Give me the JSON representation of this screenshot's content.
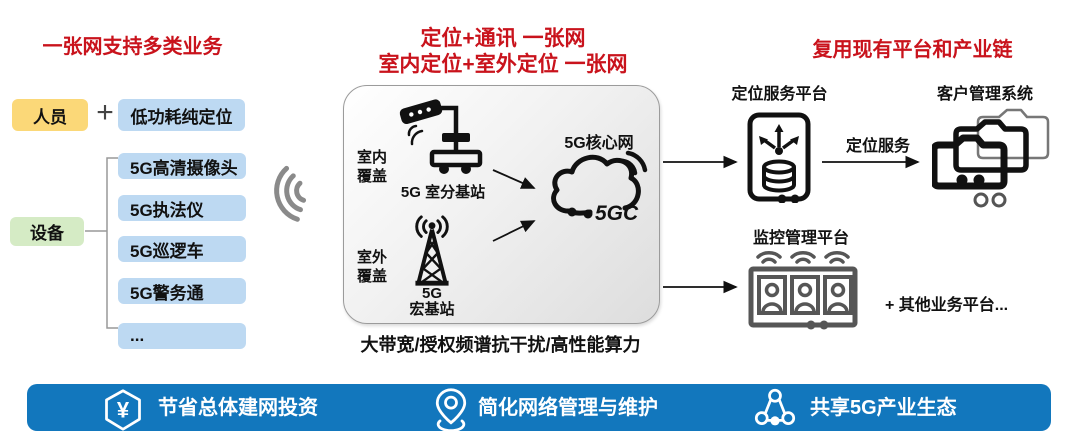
{
  "left": {
    "title": "一张网支持多类业务",
    "person_label": "人员",
    "plus": "+",
    "person_service": "低功耗纯定位",
    "device_label": "设备",
    "device_items": [
      "5G高清摄像头",
      "5G执法仪",
      "5G巡逻车",
      "5G警务通",
      "..."
    ]
  },
  "center": {
    "title_line1": "定位+通讯 一张网",
    "title_line2": "室内定位+室外定位 一张网",
    "indoor_coverage_l1": "室内",
    "indoor_coverage_l2": "覆盖",
    "indoor_station": "5G 室分基站",
    "core_network": "5G核心网",
    "cloud_text": "5GC",
    "outdoor_coverage_l1": "室外",
    "outdoor_coverage_l2": "覆盖",
    "outdoor_station_l1": "5G",
    "outdoor_station_l2": "宏基站",
    "caption": "大带宽/授权频谱抗干扰/高性能算力"
  },
  "right": {
    "title": "复用现有平台和产业链",
    "location_platform": "定位服务平台",
    "location_service": "定位服务",
    "crm_system": "客户管理系统",
    "monitor_platform": "监控管理平台",
    "other_platforms": "+ 其他业务平台..."
  },
  "footer": {
    "items": [
      {
        "icon": "yen-hexagon-icon",
        "icon_glyph": "¥",
        "label": "节省总体建网投资"
      },
      {
        "icon": "location-pin-icon",
        "label": "简化网络管理与维护"
      },
      {
        "icon": "share-network-icon",
        "label": "共享5G产业生态"
      }
    ]
  },
  "colors": {
    "accent_red": "#c9131c",
    "footer_blue": "#1277bd",
    "person_box_yellow": "#fbd878",
    "device_box_green": "#d5ebc5",
    "item_box_blue": "#bdd9f2"
  }
}
